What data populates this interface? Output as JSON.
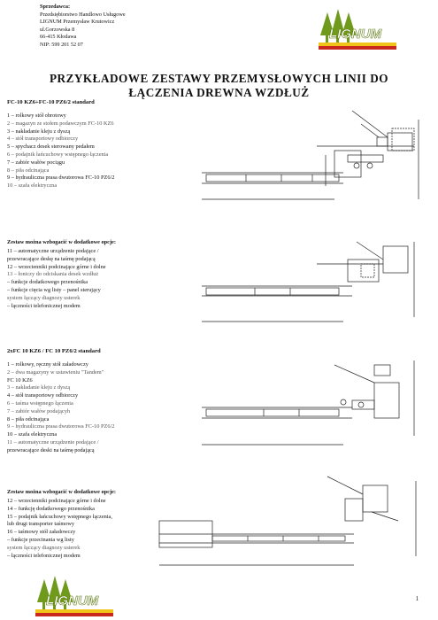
{
  "header": {
    "seller_label": "Sprzedawca:",
    "lines": [
      "Przedsiębiorstwo Handlowo Usługowe",
      "LIGNUM  Przemysław Krutowicz",
      "ul.Gorzowska 8",
      "66-415 Kłodawa",
      "NIP: 599 201 52 07"
    ]
  },
  "logo": {
    "text": "LIGNUM",
    "colors": {
      "green": "#6f9a1c",
      "yellow": "#f0c419",
      "red": "#c8281e"
    }
  },
  "title": {
    "line1": "PRZYKŁADOWE ZESTAWY PRZEMYSŁOWYCH LINII DO",
    "line2": "ŁĄCZENIA DREWNA WZDŁUŻ"
  },
  "section1": {
    "title": "FC-10 KZ6+FC-10 PZ6/2 standard",
    "items": [
      "1 – rolkowy stół obrotowy",
      "2 – magazyn ze stołem podawczym FC-10 KZ6",
      "3 – nakładanie kleju z dyszą",
      "4 – stół transportowy odbiorczy",
      "5 – spychacz desek sterowany pedałem",
      "6 – podajnik łańcuchowy wstępnego łączenia",
      "7 – zabiór wałów pociągu",
      "8 – piła odcinająca",
      "9 – hydrauliczna prasa dwutorowa FC-10 PZ6/2",
      "10 – szafa elektryczna"
    ]
  },
  "section1_extra": {
    "title": "Zestaw można wzbogacić w dodatkowe opcje:",
    "items": [
      "11 – automatyczne urządzenie podające /",
      "przewracające deskę na taśmę podającą",
      "12 – wrzecienniki podcinające górne i dolne",
      "13 – łoniczy do odciskania desek wzdłuż",
      "– funkcje dodatkowego przenośnika",
      "– funkcje cięcia wg listy – panel sterujący",
      "   system łączący diagnozy usterek",
      "– łączności telefonicznej   modem"
    ]
  },
  "section2": {
    "title": "2xFC 10 KZ6 / FC 10 PZ6/2 standard",
    "items": [
      "1 – rolkowy, ręczny stół załadowczy",
      "2 – dwa magazyny w ustawieniu \"Tandem\"",
      "   FC 10 KZ6",
      "3 – nakładanie kleju z dyszą",
      "4 – stół transportowy odbiorczy",
      "6 – taśma wstępnego łączenia",
      "7 – zabiór wałów podającyh",
      "8 – piła odcinająca",
      "9 – hydrauliczna prasa dwutorowa FC-10 PZ6/2",
      "10 – szafa elektryczna",
      "11 – automatyczne urządzenie podające /",
      "przewracające deski na taśmę podającą"
    ]
  },
  "section2_extra": {
    "title": "Zestaw można wzbogacić w dodatkowe opcje:",
    "items": [
      "12 – wrzecienniki podcinające górne i dolne",
      "14 – funkcję dodatkowego przenośnika",
      "15 – podajnik łańcuchowy wstępnego  łączenia,",
      "   lub drugi transporter taśmowy",
      "16 – taśmowy stół załadowczy",
      "– funkcje  przecinania wg listy",
      "   system łączący diagnozy usterek",
      "– łączności telefonicznej modem"
    ]
  },
  "page_number": "1"
}
